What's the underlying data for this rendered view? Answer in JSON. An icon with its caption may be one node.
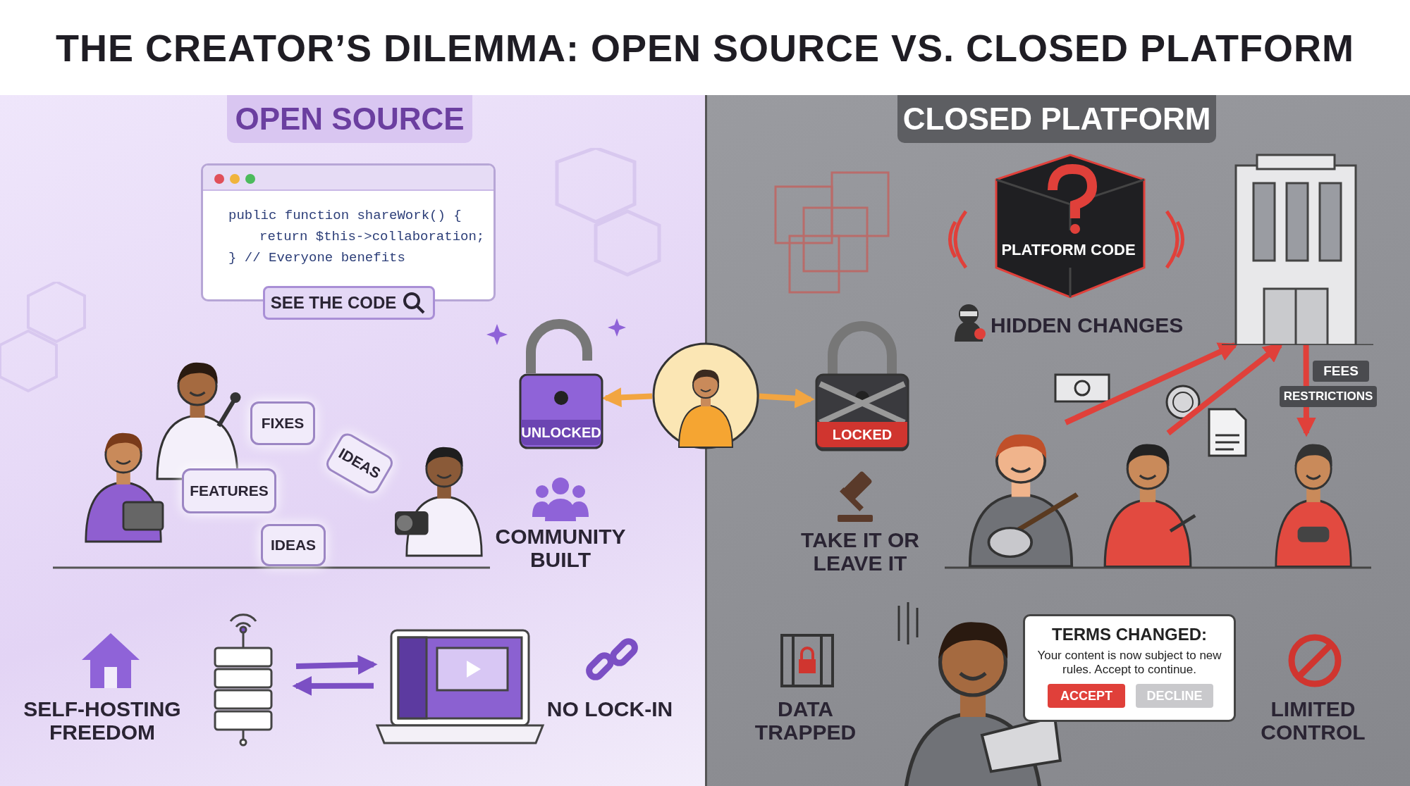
{
  "diagram": {
    "title": "THE CREATOR’S DILEMMA: OPEN SOURCE VS. CLOSED PLATFORM",
    "nodes": [
      {
        "text": [
          "OPEN SOURCE"
        ]
      },
      {
        "text": [
          "public function shareWork() {",
          "return $this->collaboration;",
          "} // Everyone benefits"
        ],
        "in": 0
      },
      {
        "text": [
          "SEE THE CODE"
        ],
        "in": 0
      },
      {
        "text": [
          "FIXES"
        ],
        "in": 0
      },
      {
        "text": [
          "IDEAS"
        ],
        "in": 0
      },
      {
        "text": [
          "FEATURES"
        ],
        "in": 0
      },
      {
        "text": [
          "IDEAS"
        ],
        "in": 0
      },
      {
        "text": [
          "UNLOCKED"
        ],
        "in": 0
      },
      {
        "text": [],
        "shape": "picture",
        "in": 0
      },
      {
        "text": [],
        "shape": "picture",
        "in": 0
      },
      {
        "text": [],
        "shape": "picture"
      },
      {
        "text": [
          "CLOSED PLATFORM"
        ]
      },
      {
        "text": [
          "LOCKED"
        ],
        "in": 11
      },
      {
        "text": [
          "PLATFORM CODE"
        ],
        "in": 11
      },
      {
        "text": [],
        "shape": "picture",
        "in": 11
      },
      {
        "text": [],
        "shape": "picture",
        "in": 11
      },
      {
        "text": [],
        "shape": "picture",
        "in": 11
      },
      {
        "text": [],
        "shape": "picture",
        "in": 11
      },
      {
        "text": [
          "TERMS CHANGED:",
          "Your content is now subject to new rules. Accept to continue."
        ],
        "in": 11
      },
      {
        "text": [
          "ACCEPT"
        ],
        "in": 18
      },
      {
        "text": [
          "DECLINE"
        ],
        "in": 18
      }
    ],
    "edges": [
      {
        "from": 10,
        "to": 7,
        "arrow": "to",
        "color": "#f2a541"
      },
      {
        "from": 10,
        "to": 12,
        "arrow": "to",
        "color": "#f2a541"
      },
      {
        "from": 8,
        "to": 9,
        "arrow": "to",
        "color": "#7b4fc4"
      },
      {
        "from": 9,
        "to": 8,
        "arrow": "to",
        "color": "#7b4fc4"
      },
      {
        "from": 15,
        "to": 14,
        "arrow": "to",
        "color": "#e0403a"
      },
      {
        "from": 16,
        "to": 14,
        "arrow": "to",
        "color": "#e0403a"
      },
      {
        "from": 14,
        "to": 17,
        "arrow": "to",
        "color": "#e0403a"
      }
    ],
    "labels": [
      "HIDDEN CHANGES",
      "COMMUNITY BUILT",
      "TAKE IT OR LEAVE IT",
      "FEES",
      "RESTRICTIONS",
      "SELF-HOSTING FREEDOM",
      "NO LOCK-IN",
      "DATA TRAPPED",
      "LIMITED CONTROL"
    ]
  }
}
